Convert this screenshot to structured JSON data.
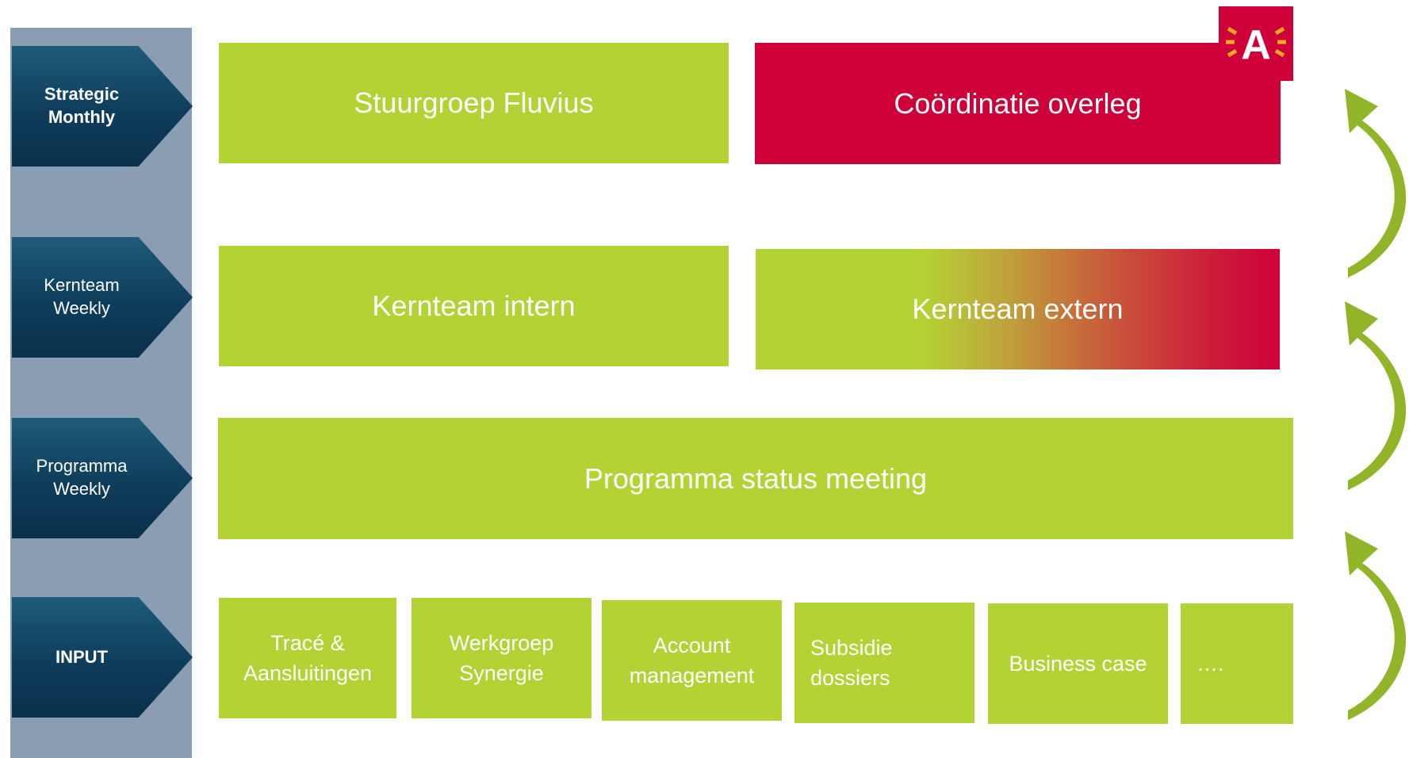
{
  "sidebar": {
    "levels": [
      {
        "label": "Strategic\nMonthly"
      },
      {
        "label": "Kernteam\nWeekly"
      },
      {
        "label": "Programma\nWeekly"
      },
      {
        "label": "INPUT"
      }
    ]
  },
  "boxes": {
    "stuurgroep": "Stuurgroep Fluvius",
    "coordinatie": "Coördinatie overleg",
    "kernteam_intern": "Kernteam intern",
    "kernteam_extern": "Kernteam extern",
    "programma_status": "Programma status meeting"
  },
  "inputs": [
    {
      "label": "Tracé &\nAansluitingen"
    },
    {
      "label": "Werkgroep\nSynergie"
    },
    {
      "label": "Account\nmanagement"
    },
    {
      "label": "Subsidie\ndossiers"
    },
    {
      "label": "Business case"
    },
    {
      "label": "…."
    }
  ],
  "logo": {
    "text": "A"
  },
  "colors": {
    "green": "#b3d335",
    "red": "#cf0039",
    "navy": "#0e3d5b",
    "sidebar": "#8b9db3",
    "arrow": "#92b428",
    "logo_rays": "#f7a823"
  }
}
